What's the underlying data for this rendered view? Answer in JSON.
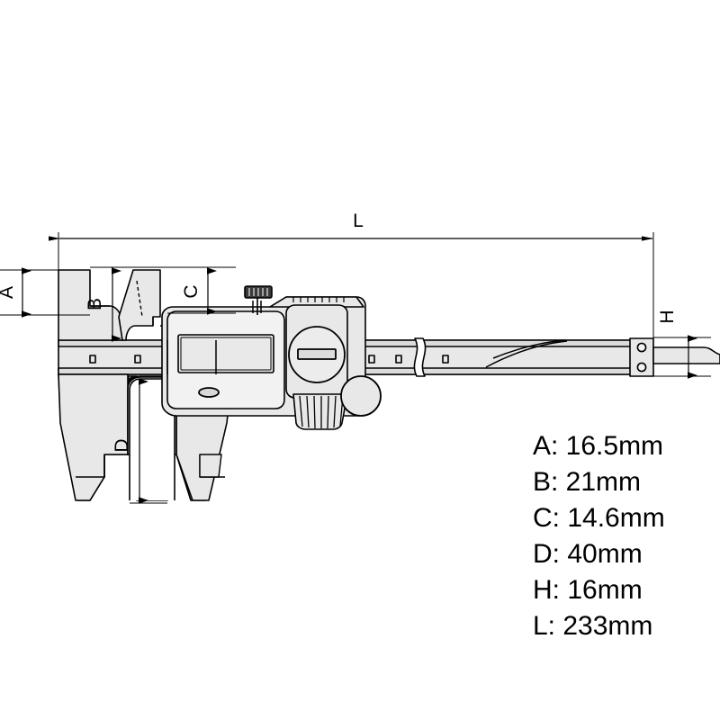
{
  "figure": {
    "type": "technical-drawing",
    "subject": "digital vernier caliper",
    "background_color": "#ffffff",
    "line_color": "#000000",
    "body_fill": "#e8e8e8",
    "screen_fill": "#e4e4e4",
    "screw_fill": "#3a3a3a"
  },
  "dimension_labels": {
    "a": "A",
    "b": "B",
    "c": "C",
    "d": "D",
    "h": "H",
    "l": "L"
  },
  "legend": {
    "rows": [
      {
        "key": "A",
        "text": "A: 16.5mm"
      },
      {
        "key": "B",
        "text": "B: 21mm"
      },
      {
        "key": "C",
        "text": "C: 14.6mm"
      },
      {
        "key": "D",
        "text": "D: 40mm"
      },
      {
        "key": "H",
        "text": "H: 16mm"
      },
      {
        "key": "L",
        "text": "L: 233mm"
      }
    ]
  },
  "measurements": {
    "A": {
      "value": 16.5,
      "unit": "mm"
    },
    "B": {
      "value": 21,
      "unit": "mm"
    },
    "C": {
      "value": 14.6,
      "unit": "mm"
    },
    "D": {
      "value": 40,
      "unit": "mm"
    },
    "H": {
      "value": 16,
      "unit": "mm"
    },
    "L": {
      "value": 233,
      "unit": "mm"
    }
  }
}
